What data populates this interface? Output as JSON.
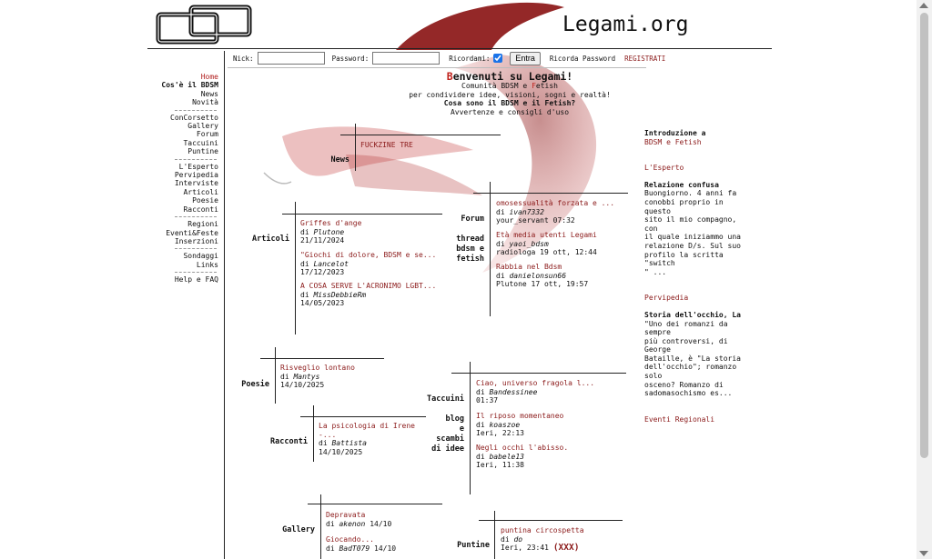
{
  "header": {
    "site_title": "Legami.org",
    "logo_icon": "chain-links-logo"
  },
  "login": {
    "nick_label": "Nick:",
    "password_label": "Password:",
    "remember_label": "Ricordami:",
    "remember_checked": true,
    "submit_label": "Entra",
    "recover_label": "Ricorda Password",
    "register_label": "REGISTRATI"
  },
  "sidebar": {
    "groups": [
      [
        "Home",
        "Cos'è il BDSM",
        "News",
        "Novità"
      ],
      [
        "ConCorsetto",
        "Gallery",
        "Forum",
        "Taccuini",
        "Puntine"
      ],
      [
        "L'Esperto",
        "Pervipedia",
        "Interviste",
        "Articoli",
        "Poesie",
        "Racconti"
      ],
      [
        "Regioni",
        "Eventi&Feste",
        "Inserzioni"
      ],
      [
        "Sondaggi",
        "Links"
      ],
      [
        "Help e FAQ"
      ]
    ]
  },
  "welcome": {
    "title_initial": "B",
    "title_rest": "envenuti su Legami!",
    "line1_a": "Comunità BDSM e ",
    "line1_f": "F",
    "line1_b": "etish",
    "line2": "per condividere idee, visioni, sogni e realtà!",
    "line3": "Cosa sono il BDSM e il Fetish?",
    "line4": "Avvertenze e consigli d'uso"
  },
  "news": {
    "label": "News",
    "entries": [
      {
        "title": "FUCKZINE TRE"
      }
    ]
  },
  "articoli": {
    "label": "Articoli",
    "entries": [
      {
        "title": "Griffes d'ange",
        "by": "Plutone",
        "date": "21/11/2024"
      },
      {
        "title": "\"Giochi di dolore, BDSM e se...",
        "by": "Lancelot",
        "date": "17/12/2023"
      },
      {
        "title": "A COSA SERVE L'ACRONIMO LGBT...",
        "by": "MissDebbieRm",
        "date": "14/05/2023"
      }
    ]
  },
  "forum": {
    "label": "Forum",
    "sublabel": [
      "thread",
      "bdsm e",
      "fetish"
    ],
    "entries": [
      {
        "title": "omosessualità forzata e ...",
        "by": "ivan7332",
        "meta": "your_servant 07:32"
      },
      {
        "title": "Età media utenti Legami",
        "by": "yaoi_bdsm",
        "meta": "radiologa 19 ott, 12:44"
      },
      {
        "title": "Rabbia nel Bdsm",
        "by": "danielonsun66",
        "meta": "Plutone 17 ott, 19:57"
      }
    ]
  },
  "poesie": {
    "label": "Poesie",
    "entries": [
      {
        "title": "Risveglio lontano",
        "by": "Mantys",
        "date": "14/10/2025"
      }
    ]
  },
  "racconti": {
    "label": "Racconti",
    "entries": [
      {
        "title": "La psicologia di Irene",
        "title2": "-...",
        "by": "Battista",
        "date": "14/10/2025"
      }
    ]
  },
  "taccuini": {
    "label": "Taccuini",
    "sublabel": [
      "blog",
      "e",
      "scambi",
      "di idee"
    ],
    "entries": [
      {
        "title": "Ciao, universo fragola l...",
        "by": "Bandessinee",
        "meta": "01:37"
      },
      {
        "title": "Il riposo momentaneo",
        "by": "koaszoe",
        "meta": "Ieri, 22:13"
      },
      {
        "title": "Negli occhi l'abisso.",
        "by": "babele13",
        "meta": "Ieri, 11:38"
      }
    ]
  },
  "gallery": {
    "label": "Gallery",
    "entries": [
      {
        "title": "Depravata",
        "by": "akenon",
        "date": "14/10"
      },
      {
        "title": "Giocando...",
        "by": "BadT079",
        "date": "14/10"
      }
    ]
  },
  "puntine": {
    "label": "Puntine",
    "entries": [
      {
        "title": "puntina circospetta",
        "by": "do",
        "meta": "Ieri, 23:41",
        "badge": "(XXX)"
      }
    ]
  },
  "right": {
    "intro_a": "Introduzione a",
    "intro_b": "BDSM e Fetish",
    "esperto_head": "L'Esperto",
    "esperto_title": "Relazione confusa",
    "esperto_text": [
      "Buongiorno. 4 anni fa",
      "conobbi proprio in questo",
      "sito il mio compagno, con",
      "il quale iniziammo una",
      "relazione D/s. Sul suo",
      "profilo la scritta \"switch",
      "\" ..."
    ],
    "pervipedia_head": "Pervipedia",
    "pervipedia_title": "Storia dell'occhio, La",
    "pervipedia_text": [
      "\"Uno dei romanzi da sempre",
      "più controversi, di George",
      "Bataille, è \"La storia",
      "dell'occhio\"; romanzo solo",
      "osceno? Romanzo di",
      "sadomasochismo es..."
    ],
    "eventi_head": "Eventi Regionali"
  },
  "colors": {
    "accent": "#8b1a1a",
    "welcome_red": "#c0221c",
    "background_graphic": "#c94a4a"
  }
}
